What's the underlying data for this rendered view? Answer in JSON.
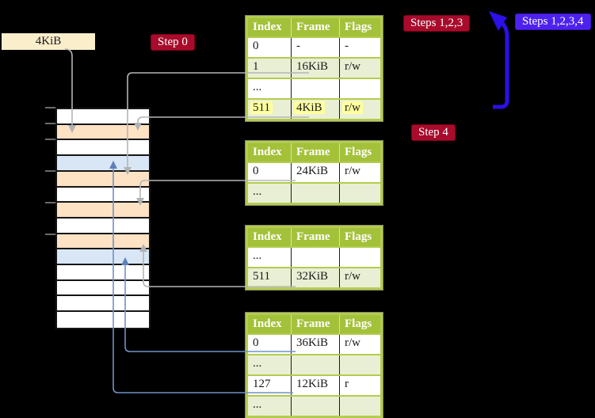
{
  "page_size_label": "4KiB",
  "badges": {
    "step0": "Step 0",
    "steps123": "Steps 1,2,3",
    "steps1234": "Steps 1,2,3,4",
    "step4": "Step 4"
  },
  "tables": [
    {
      "name": "page-table-level-1",
      "headers": [
        "Index",
        "Frame",
        "Flags"
      ],
      "rows": [
        {
          "cells": [
            "0",
            "-",
            "-"
          ],
          "shaded": false,
          "highlight": false
        },
        {
          "cells": [
            "1",
            "16KiB",
            "r/w"
          ],
          "shaded": true,
          "highlight": false
        },
        {
          "cells": [
            "...",
            "",
            ""
          ],
          "shaded": false,
          "highlight": false
        },
        {
          "cells": [
            "511",
            "4KiB",
            "r/w"
          ],
          "shaded": true,
          "highlight": true
        }
      ]
    },
    {
      "name": "page-table-level-2",
      "headers": [
        "Index",
        "Frame",
        "Flags"
      ],
      "rows": [
        {
          "cells": [
            "0",
            "24KiB",
            "r/w"
          ],
          "shaded": false,
          "highlight": false
        },
        {
          "cells": [
            "...",
            "",
            ""
          ],
          "shaded": true,
          "highlight": false
        }
      ]
    },
    {
      "name": "page-table-level-3",
      "headers": [
        "Index",
        "Frame",
        "Flags"
      ],
      "rows": [
        {
          "cells": [
            "...",
            "",
            ""
          ],
          "shaded": false,
          "highlight": false
        },
        {
          "cells": [
            "511",
            "32KiB",
            "r/w"
          ],
          "shaded": true,
          "highlight": false
        }
      ]
    },
    {
      "name": "page-table-level-4",
      "headers": [
        "Index",
        "Frame",
        "Flags"
      ],
      "rows": [
        {
          "cells": [
            "0",
            "36KiB",
            "r/w"
          ],
          "shaded": false,
          "highlight": false
        },
        {
          "cells": [
            "...",
            "",
            ""
          ],
          "shaded": true,
          "highlight": false
        },
        {
          "cells": [
            "127",
            "12KiB",
            "r"
          ],
          "shaded": false,
          "highlight": false
        },
        {
          "cells": [
            "...",
            "",
            ""
          ],
          "shaded": true,
          "highlight": false
        }
      ]
    }
  ],
  "memory_strip": {
    "rows": [
      {
        "color": "white"
      },
      {
        "color": "orange"
      },
      {
        "color": "white"
      },
      {
        "color": "blue"
      },
      {
        "color": "orange"
      },
      {
        "color": "white"
      },
      {
        "color": "orange"
      },
      {
        "color": "white"
      },
      {
        "color": "orange"
      },
      {
        "color": "blue"
      },
      {
        "color": "white"
      },
      {
        "color": "white"
      },
      {
        "color": "white"
      },
      {
        "color": "white"
      }
    ]
  },
  "colors": {
    "background": "#000000",
    "badge_red": "#a80b2b",
    "badge_blue": "#4e22ee",
    "big_arrow_blue": "#2b10e8",
    "table_header_green": "#a3c139",
    "table_border_green": "#b3cc4e",
    "table_row_green": "#e9efd4",
    "highlight_yellow": "#feff9e",
    "label_beige": "#fbeecb",
    "strip_orange": "#fde2c4",
    "strip_blue": "#d9e6f6",
    "connector_gray": "#b5b5b5",
    "connector_steelblue": "#7290c5"
  }
}
